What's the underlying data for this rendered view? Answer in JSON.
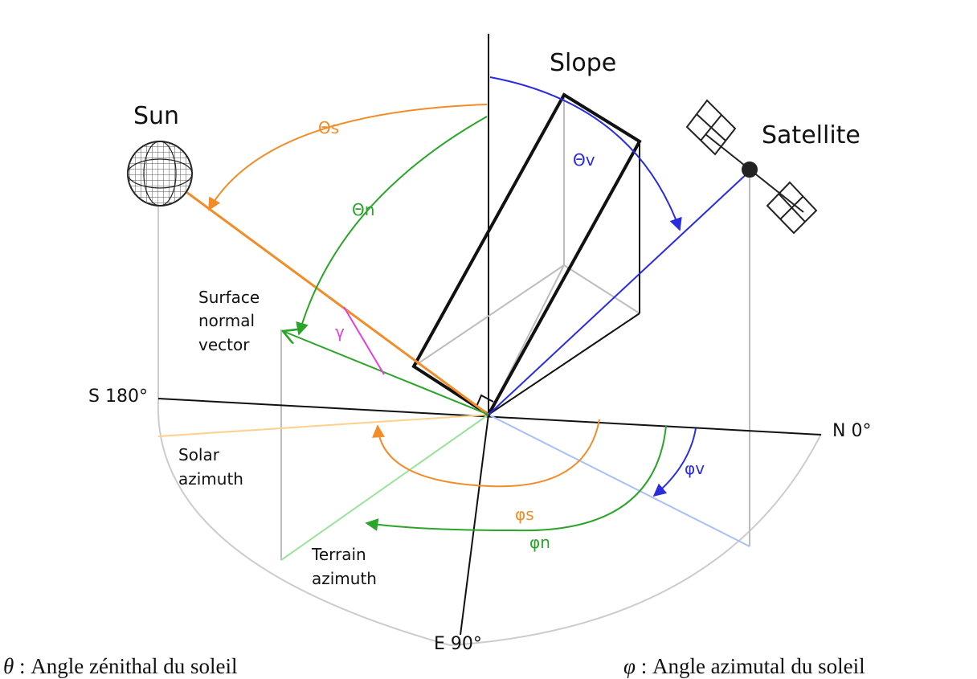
{
  "labels": {
    "slope": "Slope",
    "sun": "Sun",
    "satellite": "Satellite",
    "surface_normal": [
      "Surface",
      "normal",
      "vector"
    ],
    "s180": "S 180°",
    "n0": "N 0°",
    "e90": "E 90°",
    "solar_azimuth": [
      "Solar",
      "azimuth"
    ],
    "terrain_azimuth": [
      "Terrain",
      "azimuth"
    ]
  },
  "angles": {
    "theta_s": "Θs",
    "theta_n": "Θn",
    "theta_v": "Θv",
    "gamma": "γ",
    "phi_s": "φs",
    "phi_n": "φn",
    "phi_v": "φv"
  },
  "captions": {
    "left_symbol": "θ",
    "left_text": ": Angle zénithal du soleil",
    "right_symbol": "φ",
    "right_text": ": Angle azimutal du soleil"
  },
  "colors": {
    "orange": "#f28c28",
    "green": "#2aa52a",
    "blue": "#2b2be0",
    "magenta": "#e040e0",
    "line": "#111111",
    "grey": "#bdbdbd"
  }
}
